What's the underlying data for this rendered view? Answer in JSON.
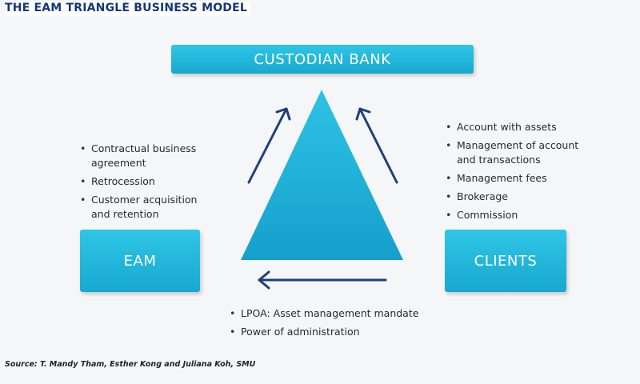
{
  "title": "THE EAM TRIANGLE BUSINESS MODEL",
  "boxes": {
    "custodian": "CUSTODIAN BANK",
    "eam": "EAM",
    "clients": "CLIENTS"
  },
  "lists": {
    "eam": [
      "Contractual business agreement",
      "Retrocession",
      "Customer acquisition and retention"
    ],
    "clients": [
      "Account with assets",
      "Management of account and transactions",
      "Management fees",
      "Brokerage",
      "Commission"
    ],
    "bottom": [
      "LPOA: Asset management mandate",
      "Power of administration"
    ]
  },
  "source": "Source: T. Mandy Tham, Esther Kong and Juliana Koh, SMU",
  "colors": {
    "title": "#14367a",
    "box": "#1eb1d8",
    "triangle": "#1ca9d3",
    "arrow": "#1f3f7a"
  }
}
